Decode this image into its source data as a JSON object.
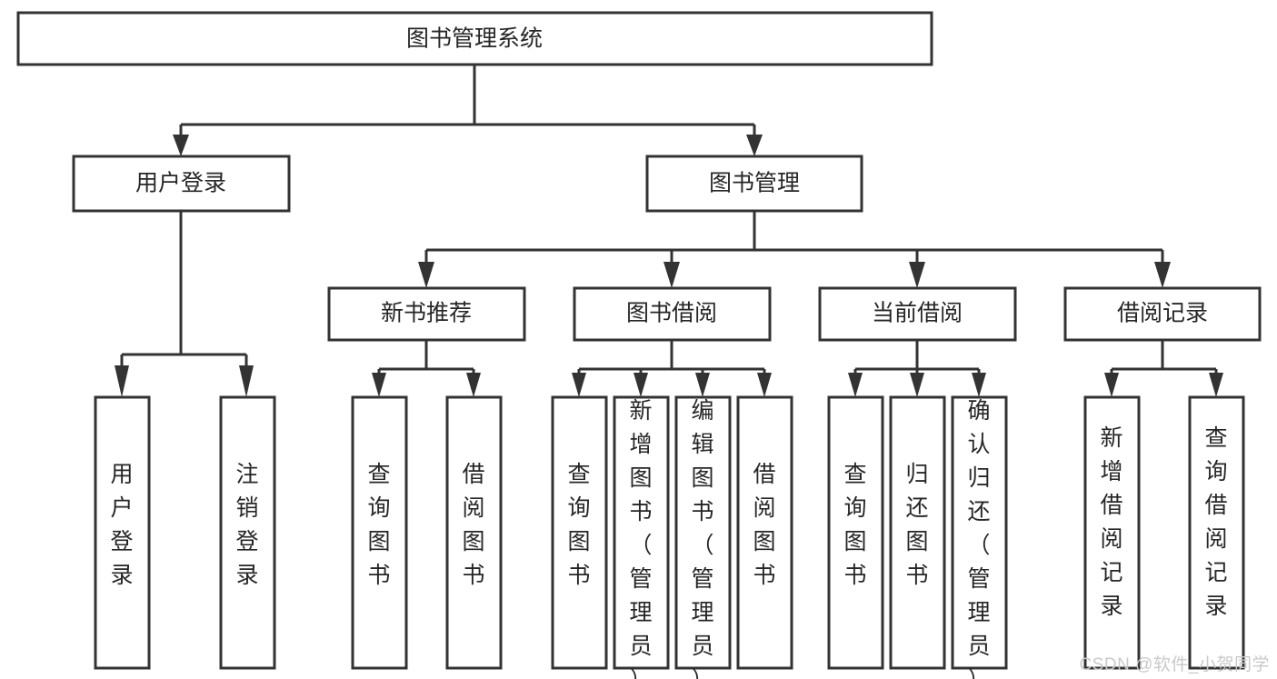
{
  "diagram": {
    "title": "图书管理系统",
    "type": "hierarchy-tree",
    "orientation": "top-down",
    "root": {
      "id": "root",
      "label": "图书管理系统"
    },
    "level2": [
      {
        "id": "user-login",
        "label": "用户登录"
      },
      {
        "id": "book-manage",
        "label": "图书管理"
      }
    ],
    "level3": [
      {
        "id": "new-book-rec",
        "label": "新书推荐",
        "parent": "book-manage"
      },
      {
        "id": "book-borrow",
        "label": "图书借阅",
        "parent": "book-manage"
      },
      {
        "id": "current-borrow",
        "label": "当前借阅",
        "parent": "book-manage"
      },
      {
        "id": "borrow-record",
        "label": "借阅记录",
        "parent": "book-manage"
      }
    ],
    "leaves": {
      "user-login": [
        {
          "id": "leaf-user-login",
          "label": "用户登录"
        },
        {
          "id": "leaf-logout",
          "label": "注销登录"
        }
      ],
      "new-book-rec": [
        {
          "id": "leaf-query-book-1",
          "label": "查询图书"
        },
        {
          "id": "leaf-borrow-book-1",
          "label": "借阅图书"
        }
      ],
      "book-borrow": [
        {
          "id": "leaf-query-book-2",
          "label": "查询图书"
        },
        {
          "id": "leaf-add-book",
          "label": "新增图书（管理员）"
        },
        {
          "id": "leaf-edit-book",
          "label": "编辑图书（管理员）"
        },
        {
          "id": "leaf-borrow-book-2",
          "label": "借阅图书"
        }
      ],
      "current-borrow": [
        {
          "id": "leaf-query-book-3",
          "label": "查询图书"
        },
        {
          "id": "leaf-return-book",
          "label": "归还图书"
        },
        {
          "id": "leaf-confirm-return",
          "label": "确认归还（管理员）"
        }
      ],
      "borrow-record": [
        {
          "id": "leaf-add-record",
          "label": "新增借阅记录"
        },
        {
          "id": "leaf-query-record",
          "label": "查询借阅记录"
        }
      ]
    }
  },
  "watermark": {
    "text": "CSDN @软件_小贺同学"
  },
  "colors": {
    "box_stroke": "#333333",
    "box_fill": "#ffffff",
    "text": "#262626",
    "watermark": "#c9c9c9",
    "background": "#ffffff"
  }
}
